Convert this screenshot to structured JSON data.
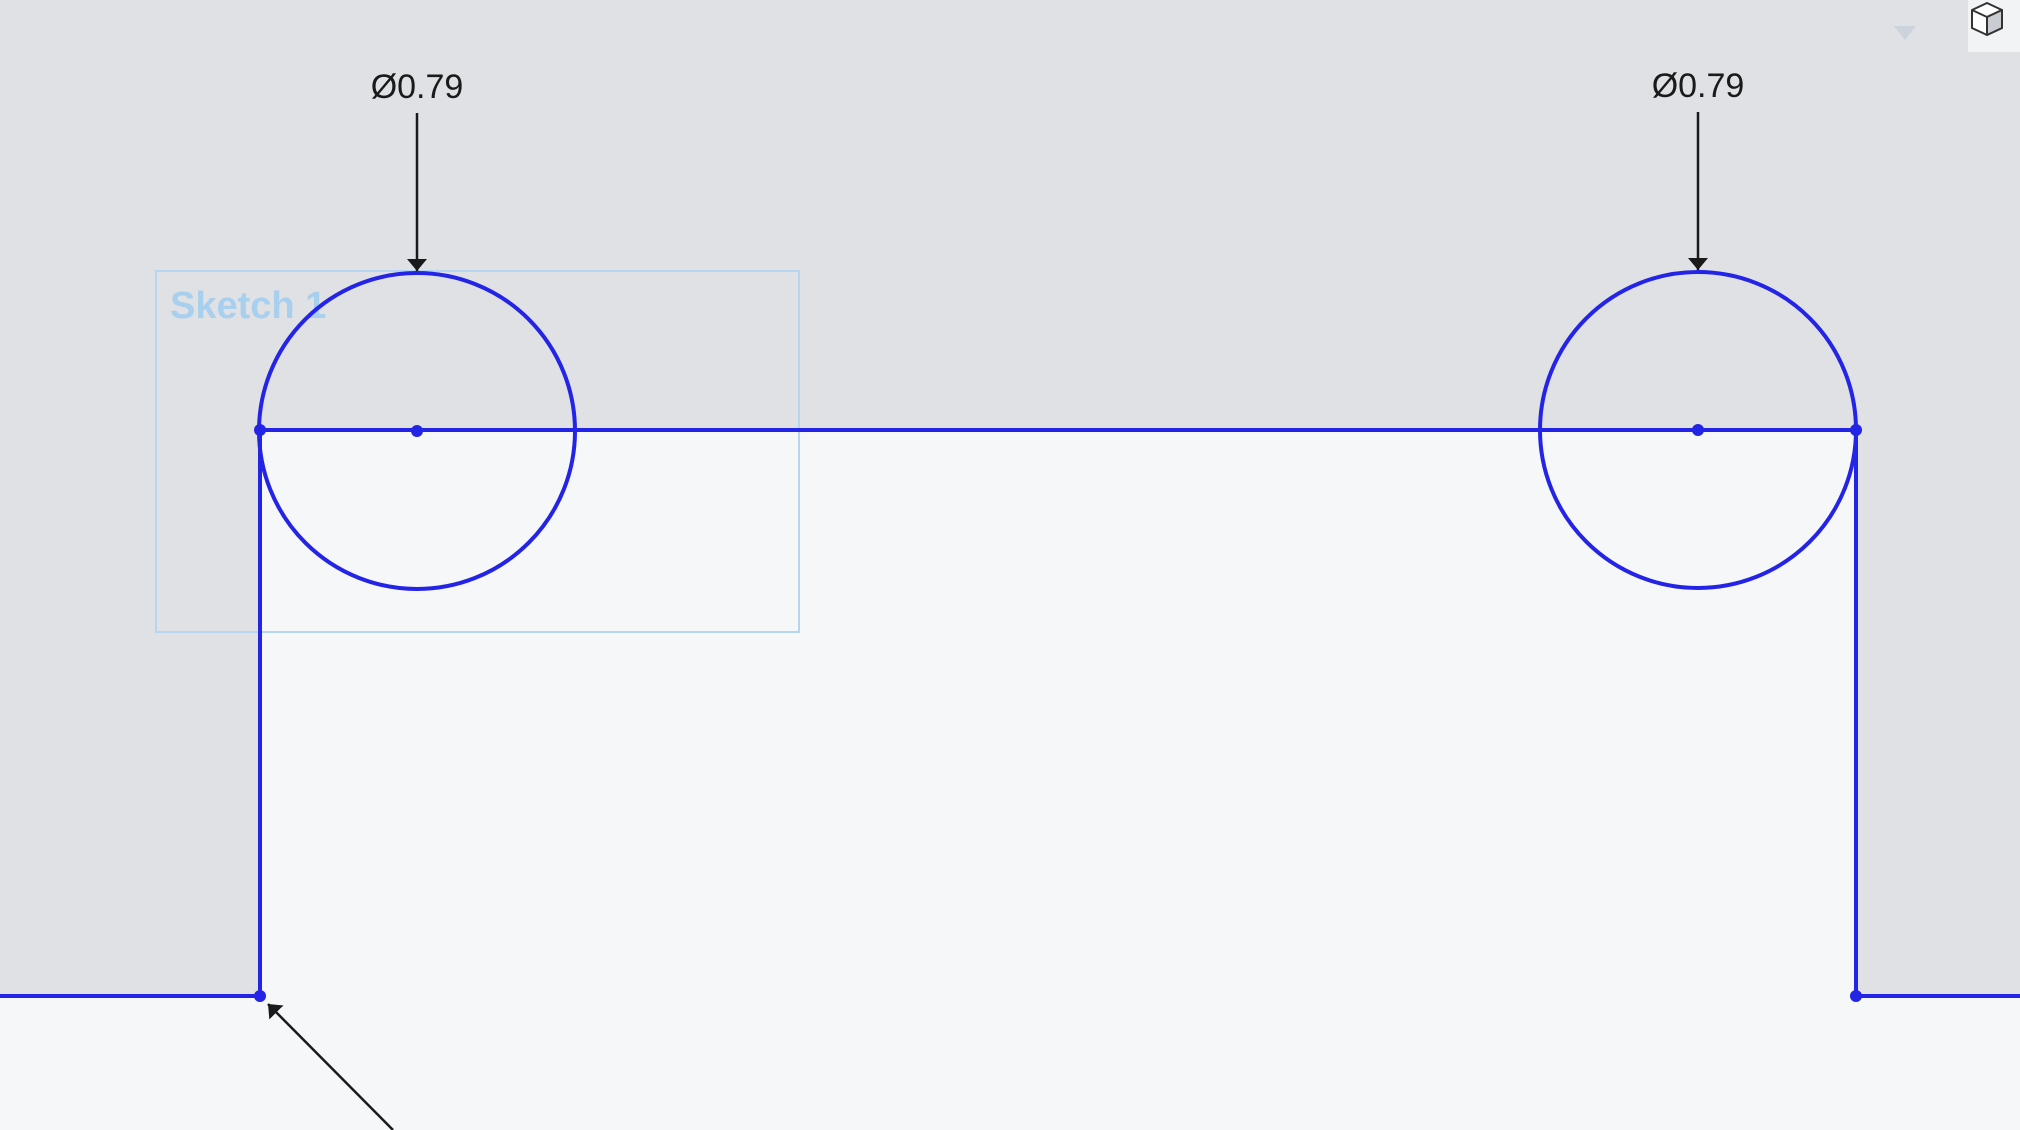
{
  "sketch": {
    "label": "Sketch 1"
  },
  "dimensions": [
    {
      "id": "left-circle-diameter",
      "text": "Ø0.79"
    },
    {
      "id": "right-circle-diameter",
      "text": "Ø0.79"
    }
  ],
  "colors": {
    "viewport_background": "#dfe1e5",
    "face_fill": "#f6f7f9",
    "sketch_line": "#2424e6",
    "sketch_label": "#a9cfee",
    "dimension": "#1a1a1a"
  },
  "toolbar": {
    "view_cube_icon": "view-cube-icon",
    "view_dropdown_icon": "triangle-down-icon"
  }
}
